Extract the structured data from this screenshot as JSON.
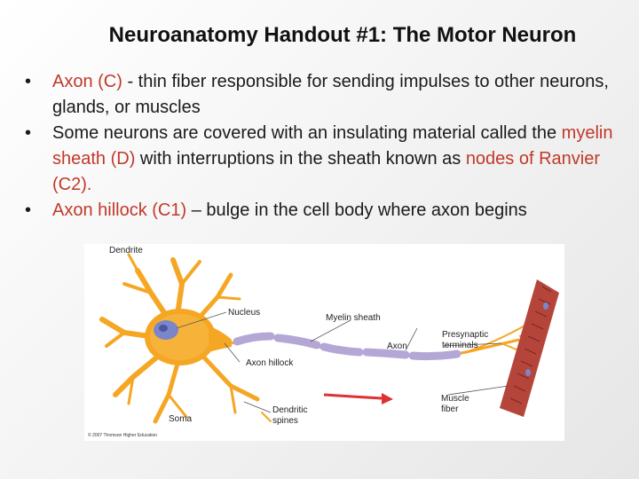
{
  "title": "Neuroanatomy Handout #1:  The Motor Neuron",
  "bullets": [
    {
      "segments": [
        {
          "text": "Axon (C)",
          "highlight": true
        },
        {
          "text": " - thin fiber responsible for sending impulses to other neurons, glands, or muscles",
          "highlight": false
        }
      ]
    },
    {
      "segments": [
        {
          "text": "Some neurons are covered with an insulating material called the  ",
          "highlight": false
        },
        {
          "text": "myelin sheath (D)",
          "highlight": true
        },
        {
          "text": " with interruptions in the sheath known as ",
          "highlight": false
        },
        {
          "text": "nodes of Ranvier (C2).",
          "highlight": true
        }
      ]
    },
    {
      "segments": [
        {
          "text": "Axon hillock (C1)",
          "highlight": true
        },
        {
          "text": " – bulge in the cell body where axon begins",
          "highlight": false
        }
      ]
    }
  ],
  "figure": {
    "labels": {
      "dendrite": "Dendrite",
      "nucleus": "Nucleus",
      "myelin_sheath": "Myelin sheath",
      "axon": "Axon",
      "axon_hillock": "Axon hillock",
      "presynaptic_line1": "Presynaptic",
      "presynaptic_line2": "terminals",
      "muscle_line1": "Muscle",
      "muscle_line2": "fiber",
      "soma": "Soma",
      "dendritic_line1": "Dendritic",
      "dendritic_line2": "spines",
      "credit": "© 2007 Thomson Higher Education"
    },
    "colors": {
      "cell_body": "#f5a623",
      "nucleus": "#7b86c9",
      "myelin": "#b4a7d6",
      "muscle": "#b5453a",
      "arrow": "#e03030",
      "highlight_text": "#c0392b"
    }
  }
}
